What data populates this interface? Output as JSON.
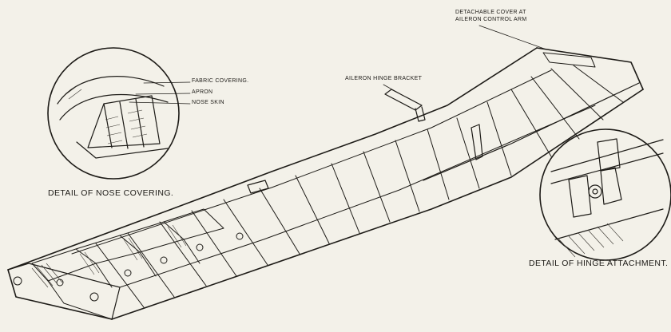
{
  "labels": {
    "detachable_cover_line1": "DETACHABLE COVER AT",
    "detachable_cover_line2": "AILERON CONTROL ARM",
    "aileron_hinge_bracket": "AILERON HINGE BRACKET",
    "fabric_covering": "FABRIC COVERING.",
    "apron": "APRON",
    "nose_skin": "NOSE SKIN"
  },
  "captions": {
    "nose_detail": "DETAIL OF NOSE COVERING.",
    "hinge_detail": "DETAIL OF HINGE ATTACHMENT."
  },
  "colors": {
    "paper": "#f3f1e9",
    "ink": "#1d1b17"
  }
}
